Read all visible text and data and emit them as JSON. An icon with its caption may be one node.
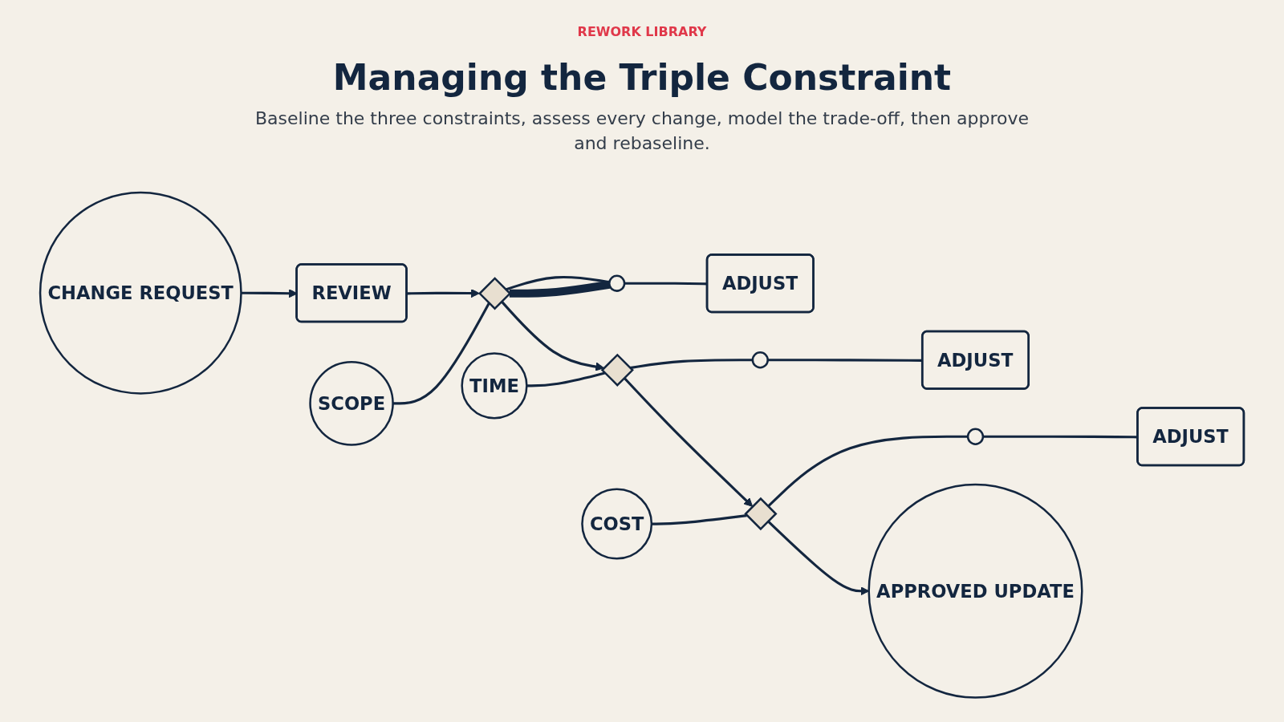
{
  "diagram": {
    "title": "Managing the Triple Constraint",
    "nodes": [
      {
        "text": [
          "CHANGE REQUEST"
        ]
      },
      {
        "text": [
          "REVIEW"
        ]
      },
      {
        "text": [
          "SCOPE"
        ]
      },
      {
        "text": [],
        "shape": "diamond"
      },
      {
        "text": [],
        "shape": "circle"
      },
      {
        "text": [
          "ADJUST"
        ]
      },
      {
        "text": [
          "TIME"
        ]
      },
      {
        "text": [],
        "shape": "diamond"
      },
      {
        "text": [],
        "shape": "circle"
      },
      {
        "text": [
          "ADJUST"
        ]
      },
      {
        "text": [
          "COST"
        ]
      },
      {
        "text": [],
        "shape": "diamond"
      },
      {
        "text": [],
        "shape": "circle"
      },
      {
        "text": [
          "ADJUST"
        ]
      },
      {
        "text": [
          "APPROVED UPDATE"
        ]
      }
    ],
    "edges": [
      {
        "from": 0,
        "to": 1,
        "arrow": "to"
      },
      {
        "from": 1,
        "to": 3,
        "arrow": "to"
      },
      {
        "from": 2,
        "to": 3,
        "arrow": "none"
      },
      {
        "from": 3,
        "to": 4,
        "arrow": "none"
      },
      {
        "from": 4,
        "to": 5,
        "arrow": "none"
      },
      {
        "from": 4,
        "to": 3,
        "arrow": "none",
        "style": "thick"
      },
      {
        "from": 3,
        "to": 7,
        "arrow": "to"
      },
      {
        "from": 6,
        "to": 7,
        "arrow": "none"
      },
      {
        "from": 7,
        "to": 8,
        "arrow": "none"
      },
      {
        "from": 8,
        "to": 9,
        "arrow": "none"
      },
      {
        "from": 7,
        "to": 11,
        "arrow": "to"
      },
      {
        "from": 10,
        "to": 11,
        "arrow": "none"
      },
      {
        "from": 11,
        "to": 12,
        "arrow": "none"
      },
      {
        "from": 12,
        "to": 13,
        "arrow": "none"
      },
      {
        "from": 11,
        "to": 14,
        "arrow": "to"
      }
    ],
    "labels": [
      "REWORK LIBRARY",
      "Baseline the three constraints, assess every change, model the trade-off, then approve and rebaseline."
    ]
  }
}
